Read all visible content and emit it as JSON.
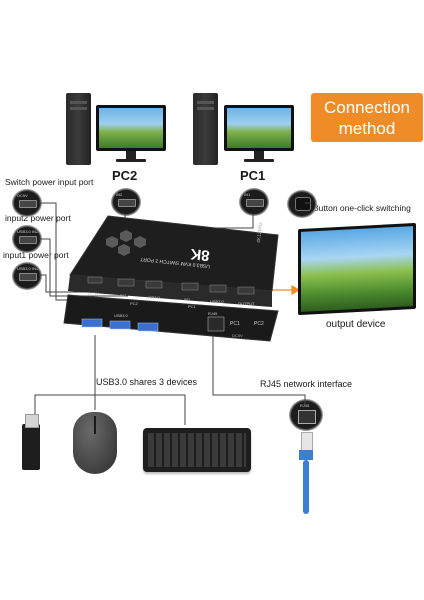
{
  "title": {
    "line1": "Connection",
    "line2": "method"
  },
  "labels": {
    "pc2": "PC2",
    "pc1": "PC1",
    "switch_power_port": "Switch power input port",
    "input2_power_port": "input2 power  port",
    "input1_power_port": "input1 power port",
    "button_switching": "Button one-click switching",
    "output_device": "output device",
    "usb_shares": "USB3.0 shares 3 devices",
    "rj45": "RJ45 network interface"
  },
  "device": {
    "badge": "8K",
    "model": "USB3.0 KVM SWITCH 2 PORT",
    "brand": "4K120Hz",
    "top_ports": [
      "DC5V",
      "IN2",
      "USB3.0",
      "IN1",
      "USB3.0",
      "OUTPUT"
    ],
    "pc_marks": [
      "PC2",
      "PC1"
    ],
    "front_usb": "USB3.0",
    "front_rj45": "RJ45",
    "front_pc1": "PC1",
    "front_pc2": "PC2",
    "front_dc": "DC5V"
  },
  "thumbs": {
    "dc5v": "DC5V",
    "usb_in2": "USB3.0 IN2",
    "usb_in1": "USB3.0 IN1",
    "in2": "IN2",
    "in1": "IN1",
    "rj45": "RJ45"
  },
  "colors": {
    "accent": "#f08c28",
    "cable": "#444444",
    "arrow": "#f08c28",
    "device_body": "#1e1e1e",
    "ethernet_blue": "#3a7fd0"
  }
}
